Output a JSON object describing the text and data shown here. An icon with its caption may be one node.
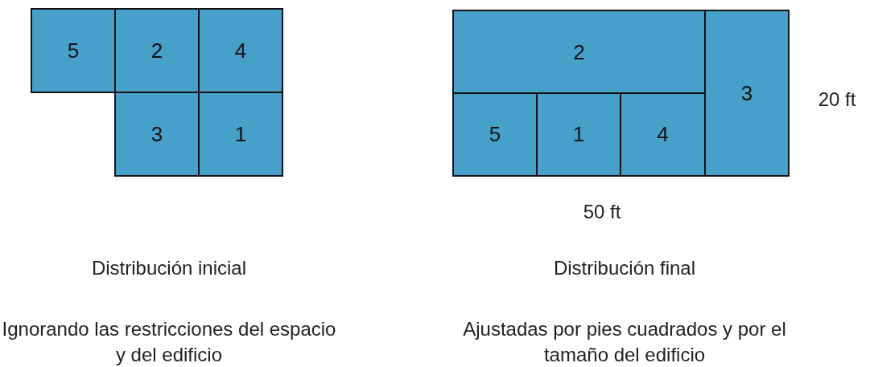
{
  "diagram": {
    "nodes": [
      {
        "text": [
          "5"
        ]
      },
      {
        "text": [
          "2"
        ]
      },
      {
        "text": [
          "4"
        ]
      },
      {
        "text": [
          "3"
        ]
      },
      {
        "text": [
          "1"
        ]
      },
      {
        "text": [
          "2"
        ]
      },
      {
        "text": [
          "3"
        ]
      },
      {
        "text": [
          "5"
        ]
      },
      {
        "text": [
          "1"
        ]
      },
      {
        "text": [
          "4"
        ]
      }
    ],
    "labels": [
      "20 ft",
      "50 ft",
      "Distribución inicial",
      "Ignorando las restricciones del espacio y del edificio",
      "Distribución final",
      "Ajustadas por pies cuadrados y por el tamaño del edificio"
    ]
  }
}
